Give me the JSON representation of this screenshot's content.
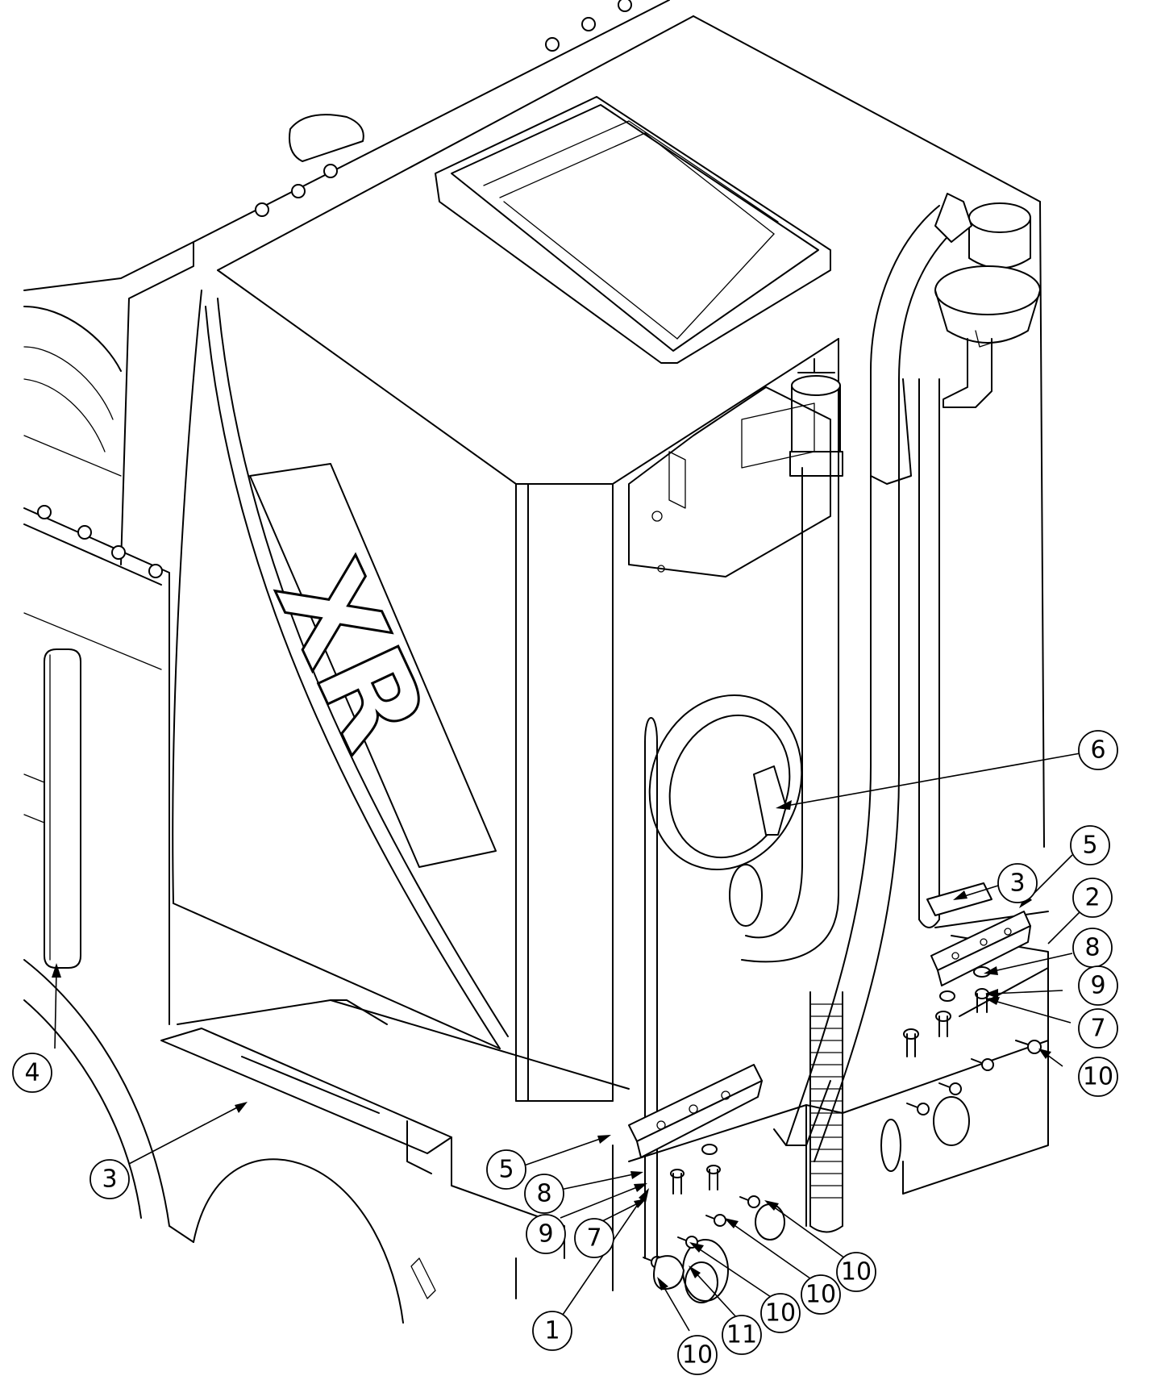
{
  "figure": {
    "type": "exploded-assembly-drawing",
    "decal_text": "XR",
    "callouts": [
      {
        "id": "c6",
        "label": "6"
      },
      {
        "id": "c5a",
        "label": "5"
      },
      {
        "id": "c3a",
        "label": "3"
      },
      {
        "id": "c2",
        "label": "2"
      },
      {
        "id": "c8a",
        "label": "8"
      },
      {
        "id": "c9a",
        "label": "9"
      },
      {
        "id": "c7a",
        "label": "7"
      },
      {
        "id": "c10a",
        "label": "10"
      },
      {
        "id": "c4",
        "label": "4"
      },
      {
        "id": "c3b",
        "label": "3"
      },
      {
        "id": "c5b",
        "label": "5"
      },
      {
        "id": "c8b",
        "label": "8"
      },
      {
        "id": "c9b",
        "label": "9"
      },
      {
        "id": "c7b",
        "label": "7"
      },
      {
        "id": "c10b",
        "label": "10"
      },
      {
        "id": "c10c",
        "label": "10"
      },
      {
        "id": "c10d",
        "label": "10"
      },
      {
        "id": "c11",
        "label": "11"
      },
      {
        "id": "c1",
        "label": "1"
      },
      {
        "id": "c10e",
        "label": "10"
      }
    ]
  }
}
